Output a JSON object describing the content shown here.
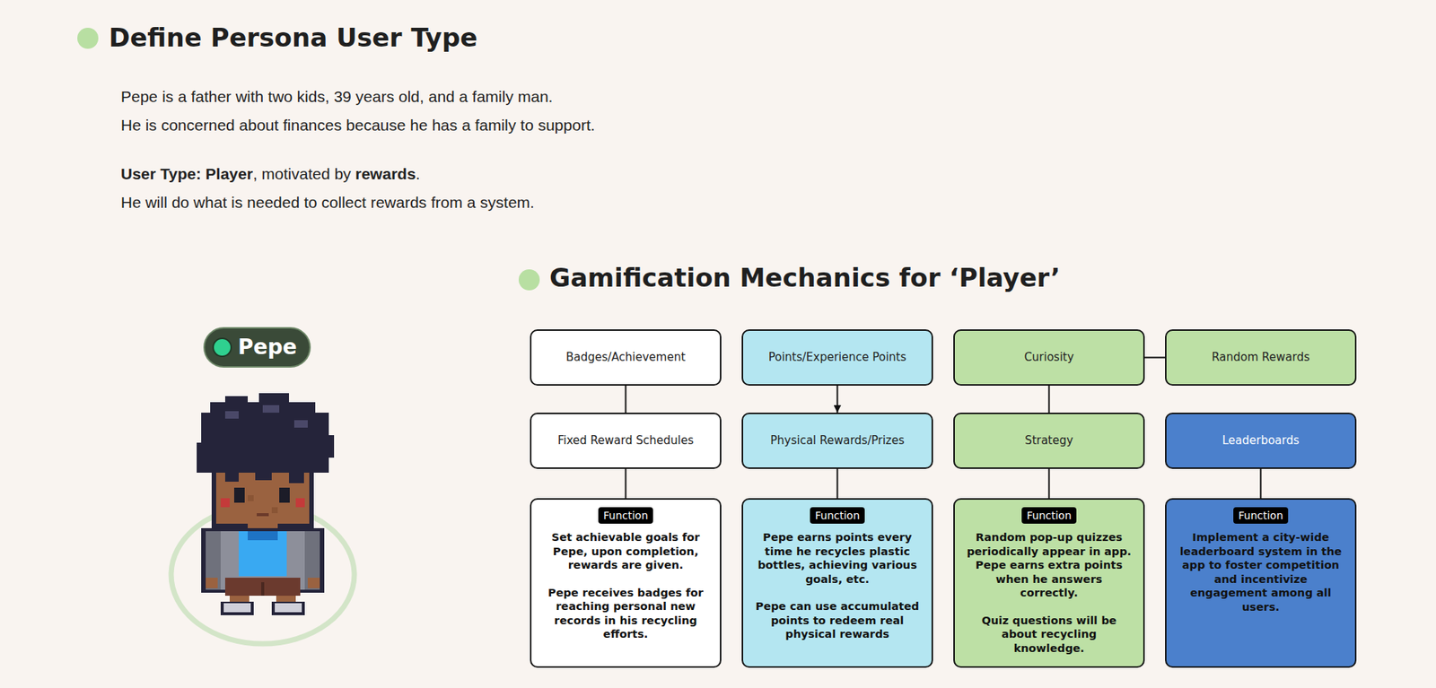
{
  "diagram": {
    "title": "Define Persona User Type",
    "nodes": [
      {
        "text": [
          "Pepe"
        ]
      },
      {
        "text": [
          "Badges/Achievement"
        ]
      },
      {
        "text": [
          "Points/Experience Points"
        ]
      },
      {
        "text": [
          "Curiosity"
        ]
      },
      {
        "text": [
          "Random Rewards"
        ]
      },
      {
        "text": [
          "Fixed Reward Schedules"
        ]
      },
      {
        "text": [
          "Physical Rewards/Prizes"
        ]
      },
      {
        "text": [
          "Strategy"
        ]
      },
      {
        "text": [
          "Leaderboards"
        ]
      },
      {
        "text": [
          "Set achievable goals for Pepe, upon completion, rewards are given.",
          "Pepe receives badges for reaching personal new records in his recycling efforts."
        ]
      },
      {
        "text": [
          "Function"
        ],
        "in": 9
      },
      {
        "text": [
          "Pepe earns points every time he recycles plastic bottles, achieving various goals, etc.",
          "Pepe can use accumulated points to redeem real physical rewards"
        ]
      },
      {
        "text": [
          "Function"
        ],
        "in": 11
      },
      {
        "text": [
          "Random pop-up quizzes periodically appear in app. Pepe earns extra points when he answers correctly.",
          "Quiz questions will be about recycling knowledge."
        ]
      },
      {
        "text": [
          "Function"
        ],
        "in": 13
      },
      {
        "text": [
          "Implement a city-wide leaderboard system in the app to foster competition and incentivize engagement among all users."
        ]
      },
      {
        "text": [
          "Function"
        ],
        "in": 15
      }
    ],
    "edges": [
      {
        "from": 1,
        "to": 5,
        "arrow": "none"
      },
      {
        "from": 2,
        "to": 6,
        "arrow": "to"
      },
      {
        "from": 3,
        "to": 4,
        "arrow": "none"
      },
      {
        "from": 3,
        "to": 7,
        "arrow": "none"
      },
      {
        "from": 5,
        "to": 9,
        "arrow": "none"
      },
      {
        "from": 6,
        "to": 11,
        "arrow": "none"
      },
      {
        "from": 7,
        "to": 13,
        "arrow": "none"
      },
      {
        "from": 8,
        "to": 15,
        "arrow": "none"
      }
    ],
    "labels": [
      "Pepe is a father with two kids, 39 years old, and a family man.",
      "He is concerned about finances because he has a family to support.",
      "User Type: Player",
      ", motivated by",
      "rewards",
      ".",
      "He will do what is needed to collect rewards from a system.",
      "Gamification Mechanics for ‘Player’"
    ]
  }
}
